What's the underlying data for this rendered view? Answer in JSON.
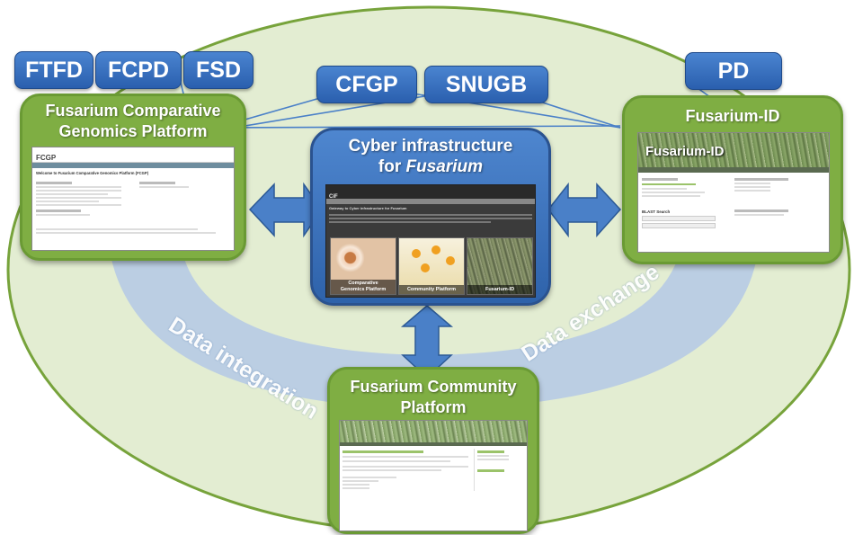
{
  "tags": {
    "ftfd": "FTFD",
    "fcpd": "FCPD",
    "fsd": "FSD",
    "cfgp": "CFGP",
    "snugb": "SNUGB",
    "pd": "PD"
  },
  "panels": {
    "comparative": {
      "title_line1": "Fusarium Comparative",
      "title_line2": "Genomics Platform",
      "shot_logo": "FCGP",
      "shot_heading": "Welcome to Fusarium Comparative Genomics Platform (FCGP)"
    },
    "cyber": {
      "title_line1": "Cyber infrastructure",
      "title_line2_prefix": "for ",
      "title_line2_italic": "Fusarium",
      "shot_logo": "CiF",
      "shot_heading": "Gateway to Cyber infrastructure for Fusarium",
      "tile1_line1": "Comparative",
      "tile1_line2": "Genomics Platform",
      "tile2": "Community Platform",
      "tile3": "Fusarium-ID"
    },
    "fusarium_id": {
      "title": "Fusarium-ID",
      "shot_banner": "Fusarium-ID",
      "shot_blast": "BLAST Search"
    },
    "community": {
      "title_line1": "Fusarium Community",
      "title_line2": "Platform"
    }
  },
  "flows": {
    "integration": "Data integration",
    "exchange": "Data exchange"
  },
  "colors": {
    "ellipse_fill": "#e3edd2",
    "ellipse_stroke": "#77a33b",
    "ring": "#b8cce4",
    "green_panel": "#7fae43",
    "blue_panel": "#3a72bf",
    "arrow_blue": "#4a80c8"
  }
}
